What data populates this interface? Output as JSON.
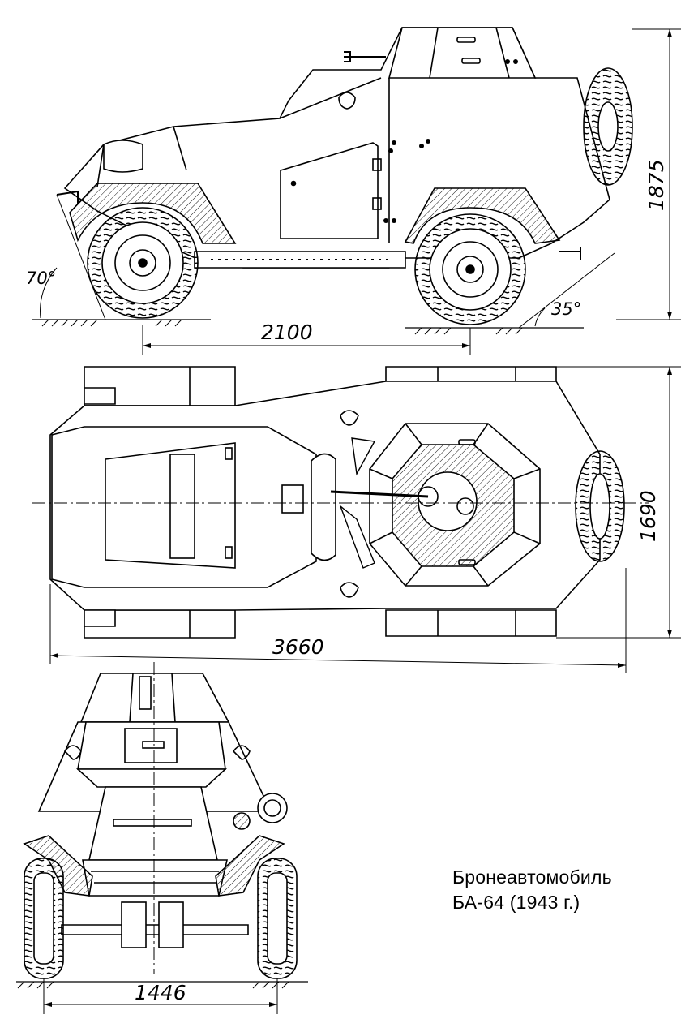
{
  "title": {
    "line1": "Бронеавтомобиль",
    "line2": "БА-64 (1943 г.)"
  },
  "dimensions": {
    "wheelbase": "2100",
    "height": "1875",
    "width": "1690",
    "length": "3660",
    "track": "1446"
  },
  "angles": {
    "approach": "70°",
    "departure": "35°"
  },
  "colors": {
    "line": "#000000",
    "background": "#ffffff"
  }
}
